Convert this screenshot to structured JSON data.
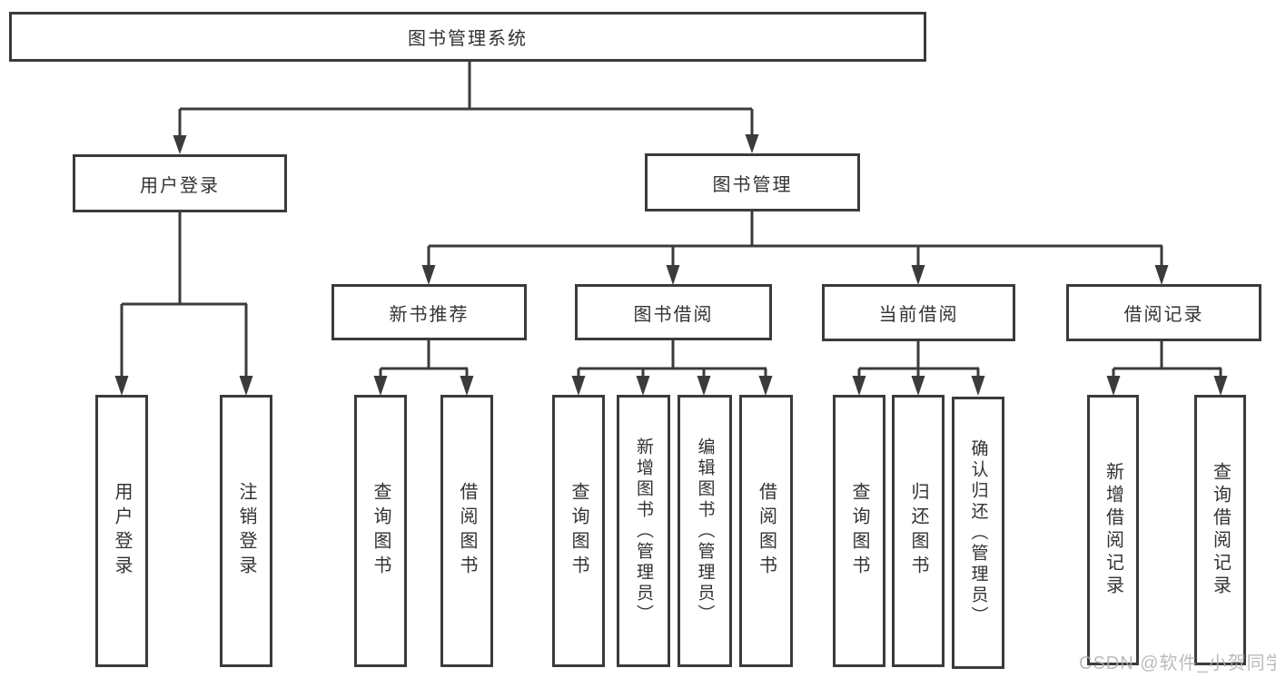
{
  "diagram": {
    "title": "图书管理系统",
    "colors": {
      "line": "#3b3b3b",
      "text": "#333333",
      "background": "#ffffff",
      "watermark": "#afafaf"
    },
    "root": {
      "label": "图书管理系统"
    },
    "level2": [
      {
        "label": "用户登录"
      },
      {
        "label": "图书管理"
      }
    ],
    "level3": [
      {
        "label": "新书推荐"
      },
      {
        "label": "图书借阅"
      },
      {
        "label": "当前借阅"
      },
      {
        "label": "借阅记录"
      }
    ],
    "leaves": {
      "user_login": [
        "用户登录",
        "注销登录"
      ],
      "new_book": [
        "查询图书",
        "借阅图书"
      ],
      "borrow": [
        "查询图书",
        "新增图书（管理员）",
        "编辑图书（管理员）",
        "借阅图书"
      ],
      "current": [
        "查询图书",
        "归还图书",
        "确认归还（管理员）"
      ],
      "records": [
        "新增借阅记录",
        "查询借阅记录"
      ]
    },
    "watermark": "CSDN @软件_小贺同学"
  }
}
